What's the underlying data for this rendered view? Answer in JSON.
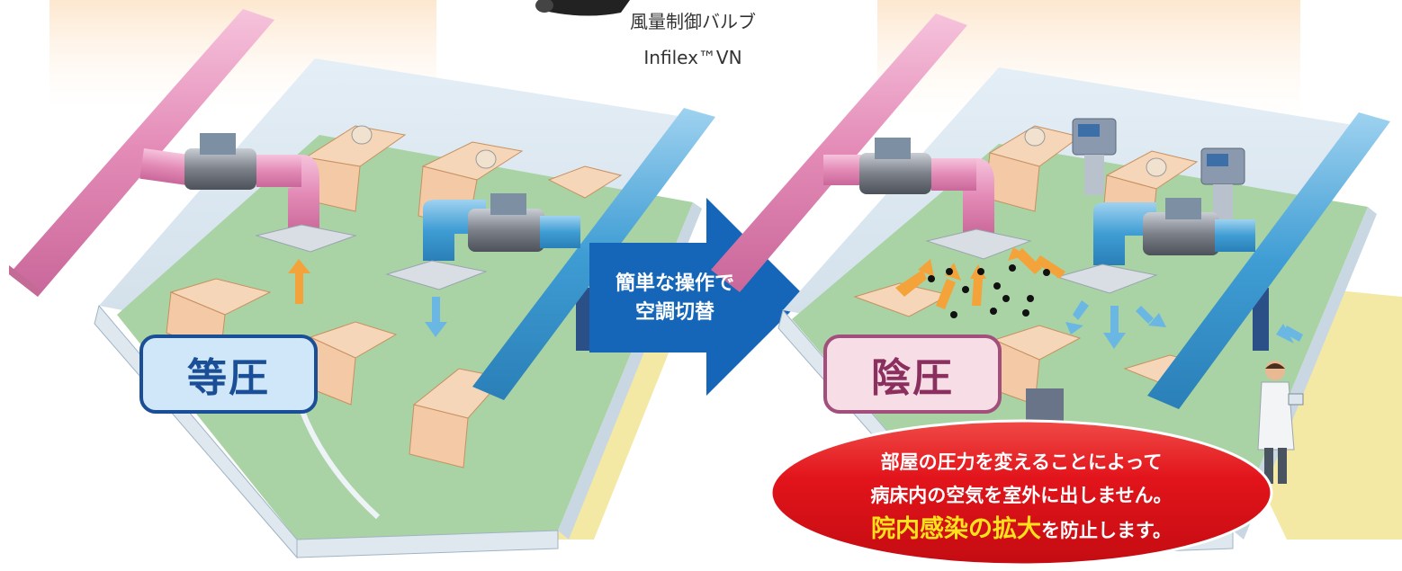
{
  "product": {
    "name": "風量制御バルブ",
    "model": "Infilex™VN"
  },
  "left_room": {
    "badge": "等圧"
  },
  "right_room": {
    "badge": "陰圧"
  },
  "switch_arrow": {
    "line1": "簡単な操作で",
    "line2": "空調切替"
  },
  "message": {
    "line1": "部屋の圧力を変えることによって",
    "line2": "病床内の空気を室外に出しません。",
    "line3_highlight": "院内感染の拡大",
    "line3_rest": "を防止します。"
  },
  "colors": {
    "supply_duct": "#e597bd",
    "exhaust_duct": "#4aa3d6",
    "floor": "#a9d3a4",
    "corridor": "#f3e9a4",
    "arrow_blue": "#1565b8",
    "ellipse_red": "#e2141b",
    "airflow_orange": "#f4a33a",
    "highlight_yellow": "#ffe21a"
  },
  "icons": [
    "valve-icon",
    "bed-icon",
    "ventilator-icon",
    "doctor-icon",
    "virus-icon",
    "airflow-arrow-icon"
  ]
}
